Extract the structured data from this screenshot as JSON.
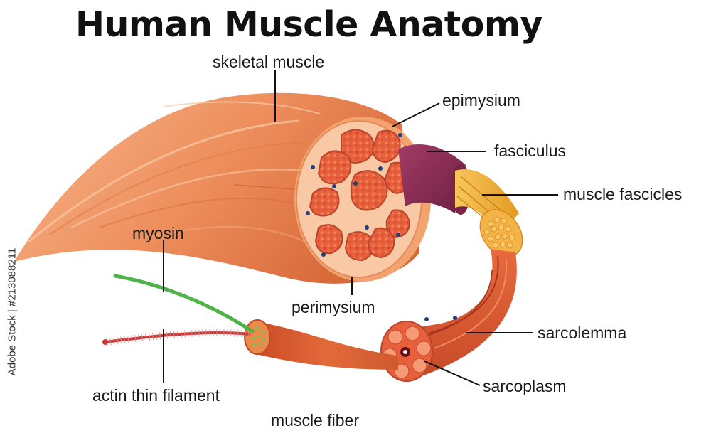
{
  "title": "Human Muscle Anatomy",
  "labels": {
    "skeletal_muscle": "skeletal muscle",
    "epimysium": "epimysium",
    "fasciculus": "fasciculus",
    "muscle_fascicles": "muscle fascicles",
    "myosin": "myosin",
    "perimysium": "perimysium",
    "sarcolemma": "sarcolemma",
    "sarcoplasm": "sarcoplasm",
    "actin_thin_filament": "actin thin filament",
    "muscle_fiber": "muscle fiber"
  },
  "watermark": "Adobe Stock | #213088211",
  "colors": {
    "muscle_light": "#f6b58c",
    "muscle_mid": "#ee8f5d",
    "muscle_dark": "#d86a3a",
    "cross_section": "#f8c9a4",
    "fascicle_red": "#e05a38",
    "fasciculus_purple": "#8c2e55",
    "fascicle_yellow": "#f3b33c",
    "myosin_green": "#4fb34a",
    "actin_red": "#c73a3a",
    "vessel_blue": "#1f3f7a"
  }
}
